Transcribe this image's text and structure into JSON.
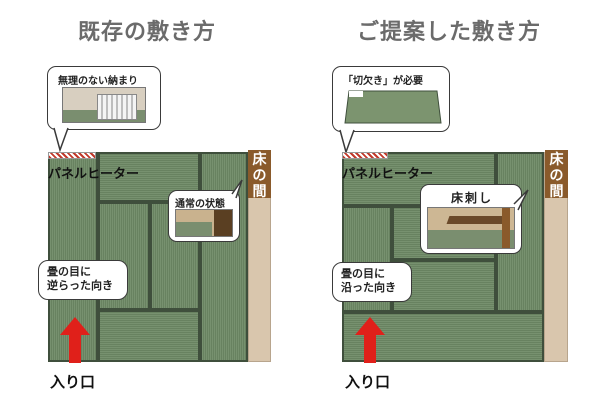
{
  "left": {
    "title": "既存の敷き方",
    "top_bubble": "無理のない納まり",
    "heater_label": "パネルヒーター",
    "alcove_label": "床の間",
    "side_bubble": "通常の状態",
    "grain_bubble": "畳の目に\n逆らった向き",
    "entrance_label": "入り口"
  },
  "right": {
    "title": "ご提案した敷き方",
    "top_bubble": "「切欠き」が必要",
    "heater_label": "パネルヒーター",
    "alcove_label": "床の間",
    "side_bubble": "床刺し",
    "grain_bubble": "畳の目に\n沿った向き",
    "entrance_label": "入り口"
  },
  "colors": {
    "tatami": "#6f8a66",
    "tatami_border": "#3f4f3c",
    "alcove": "#8a5a2b",
    "arrow": "#e0201a",
    "title": "#6b6b6b"
  },
  "icons": [
    "up-arrow-icon",
    "heater-icon"
  ]
}
